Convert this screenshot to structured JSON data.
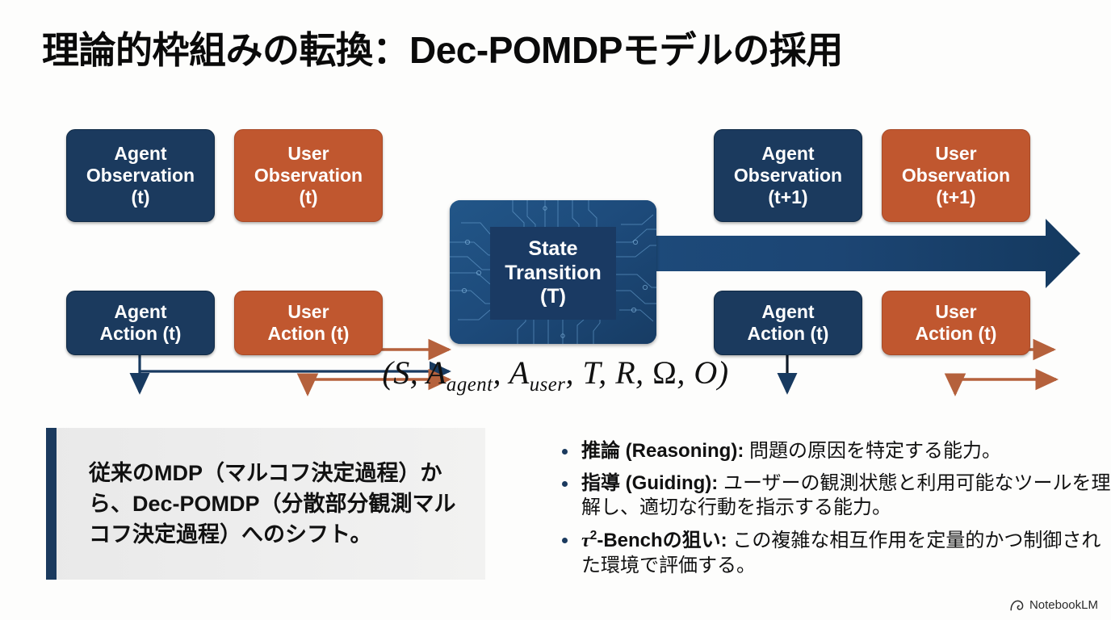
{
  "slide": {
    "title": "理論的枠組みの転換：Dec-POMDPモデルの採用"
  },
  "colors": {
    "agent_navy": "#1b3a5e",
    "user_orange": "#c0572f",
    "state_blue": "#1d4a7a",
    "background": "#fdfdfc",
    "callout_bg": "#eeeeee"
  },
  "diagram": {
    "nodes": {
      "agent_observation_t": "Agent\nObservation\n(t)",
      "user_observation_t": "User\nObservation\n(t)",
      "agent_action_t": "Agent\nAction (t)",
      "user_action_t": "User\nAction (t)",
      "agent_observation_t1": "Agent\nObservation\n(t+1)",
      "user_observation_t1": "User\nObservation\n(t+1)",
      "agent_action_t_right": "Agent\nAction (t)",
      "user_action_t_right": "User\nAction (t)",
      "state_transition": "State\nTransition\n(T)"
    },
    "formula": "(S, Aₐᵍₑₙₜ, Aᵤₛₑᵣ, T, R, Ω, O)",
    "formula_parts": {
      "open": "(",
      "s": "S",
      "a_agent_base": "A",
      "a_agent_sub": "agent",
      "a_user_base": "A",
      "a_user_sub": "user",
      "t": "T",
      "r": "R",
      "omega": "Ω",
      "o": "O",
      "close": ")",
      "comma": ", "
    }
  },
  "callout": {
    "text": "従来のMDP（マルコフ決定過程）から、Dec-POMDP（分散部分観測マルコフ決定過程）へのシフト。"
  },
  "bullets": [
    {
      "lead": "推論 (Reasoning):",
      "rest": " 問題の原因を特定する能力。"
    },
    {
      "lead": "指導 (Guiding):",
      "rest": " ユーザーの観測状態と利用可能なツールを理解し、適切な行動を指示する能力。"
    },
    {
      "lead_tau": "τ",
      "lead_sup": "2",
      "lead_after": "-Benchの狙い:",
      "rest": " この複雑な相互作用を定量的かつ制御された環境で評価する。"
    }
  ],
  "footer": {
    "brand": "NotebookLM"
  }
}
